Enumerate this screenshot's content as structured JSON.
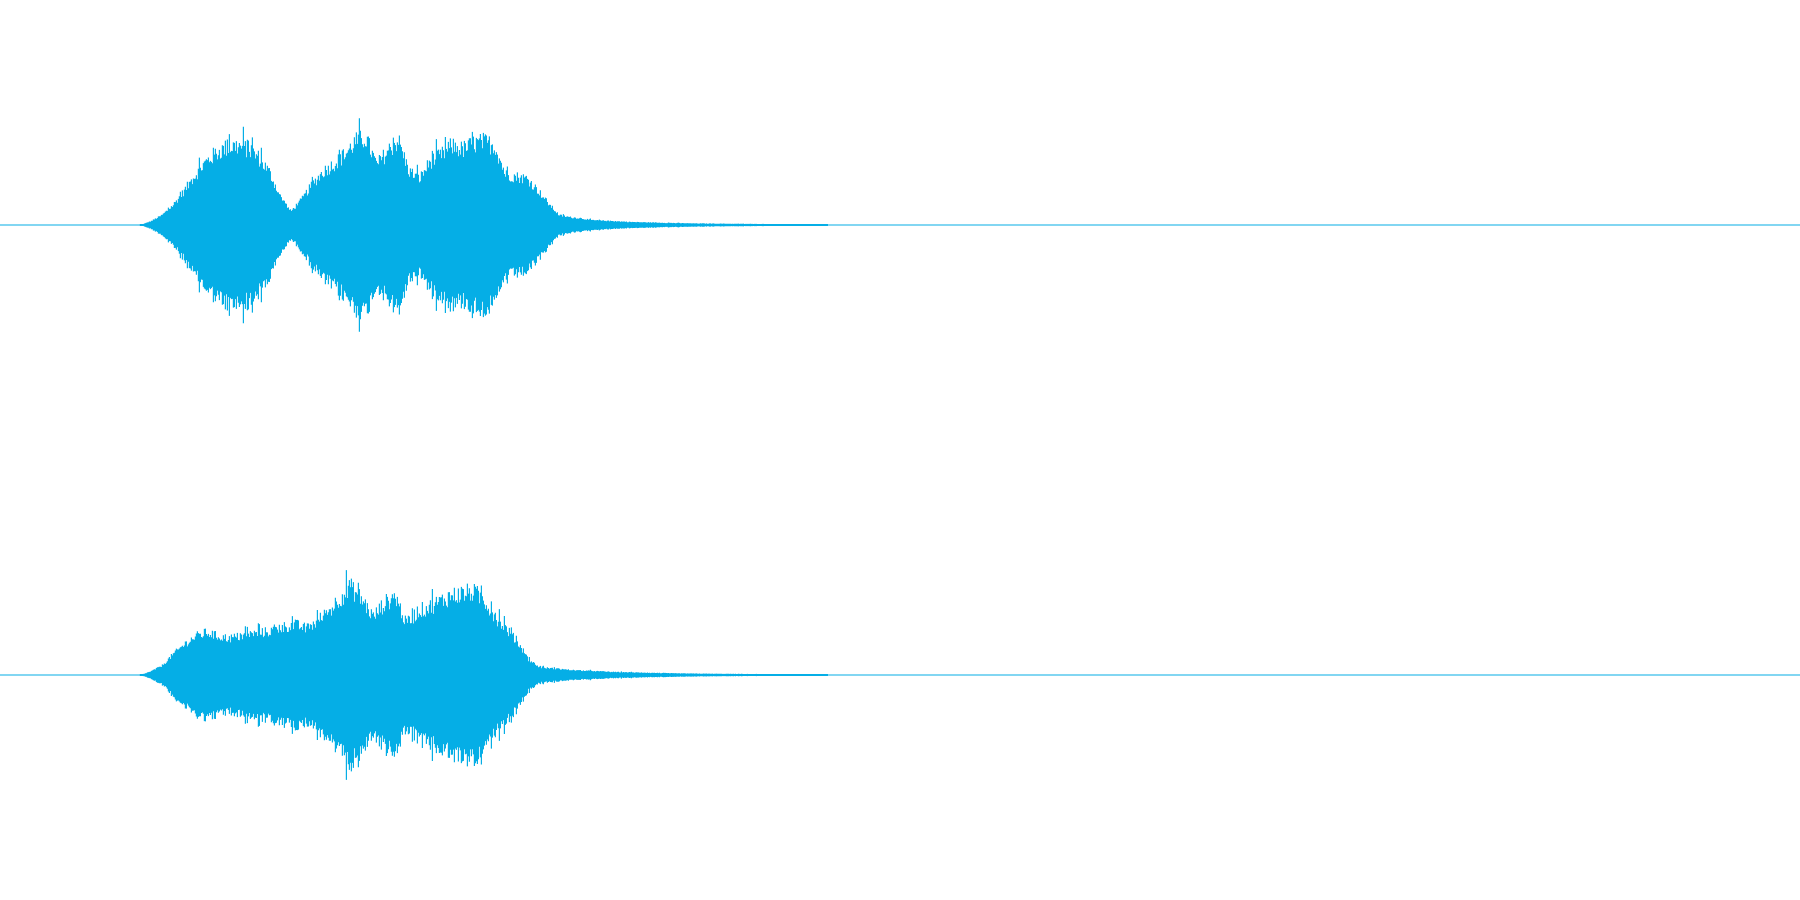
{
  "waveform": {
    "color": "#05aee6",
    "channels": [
      {
        "name": "",
        "envelope": [
          0.0,
          0.04,
          0.1,
          0.2,
          0.34,
          0.5,
          0.64,
          0.74,
          0.8,
          0.82,
          0.79,
          0.7,
          0.55,
          0.3,
          0.14,
          0.26,
          0.42,
          0.55,
          0.63,
          0.72,
          0.86,
          0.9,
          0.62,
          0.76,
          0.88,
          0.56,
          0.48,
          0.66,
          0.72,
          0.82,
          0.78,
          0.84,
          0.86,
          0.82,
          0.52,
          0.5,
          0.48,
          0.36,
          0.22,
          0.1,
          0.08,
          0.07,
          0.05,
          0.045,
          0.04,
          0.035,
          0.03,
          0.028,
          0.025,
          0.022,
          0.02,
          0.018,
          0.016,
          0.015,
          0.014,
          0.013,
          0.012,
          0.011,
          0.01,
          0.009,
          0.008,
          0.007,
          0.006,
          0.005,
          0.004
        ]
      },
      {
        "name": "",
        "envelope": [
          0.0,
          0.04,
          0.1,
          0.22,
          0.32,
          0.4,
          0.44,
          0.4,
          0.38,
          0.4,
          0.42,
          0.44,
          0.46,
          0.5,
          0.52,
          0.48,
          0.56,
          0.66,
          0.8,
          0.9,
          0.78,
          0.6,
          0.74,
          0.82,
          0.52,
          0.66,
          0.7,
          0.76,
          0.82,
          0.84,
          0.86,
          0.78,
          0.6,
          0.48,
          0.34,
          0.16,
          0.08,
          0.07,
          0.06,
          0.05,
          0.045,
          0.04,
          0.035,
          0.03,
          0.028,
          0.025,
          0.022,
          0.02,
          0.018,
          0.016,
          0.015,
          0.014,
          0.013,
          0.012,
          0.011,
          0.01,
          0.009,
          0.008,
          0.007,
          0.006,
          0.005,
          0.004,
          0.004
        ]
      }
    ],
    "start_fraction": 0.078,
    "end_fraction": 0.46
  }
}
